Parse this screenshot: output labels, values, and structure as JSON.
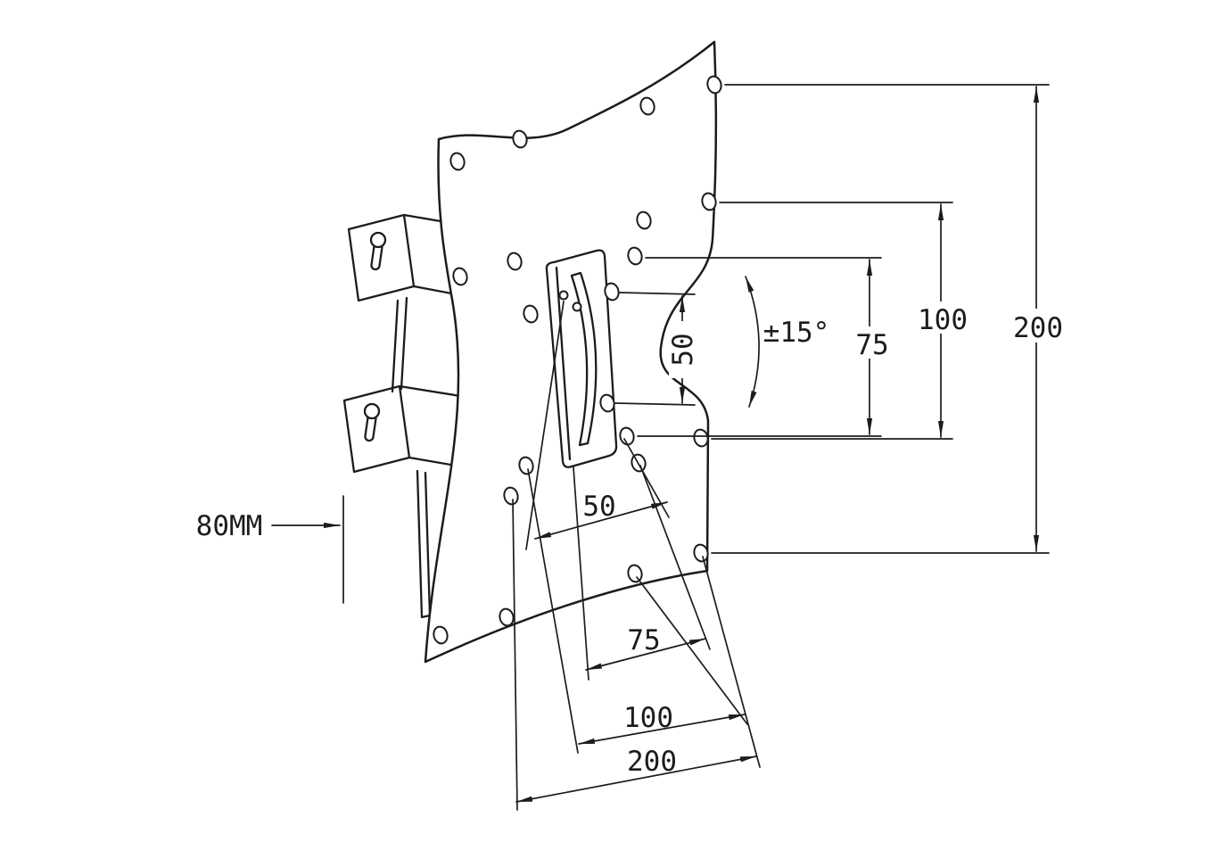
{
  "drawing": {
    "title": "Tilting TV wall-mount bracket — dimensioned technical drawing",
    "background": "#ffffff",
    "line_color": "#1c1c1c",
    "labels": {
      "overall_height": "200",
      "hole_pattern_height_100": "100",
      "hole_pattern_height_75": "75",
      "hole_pattern_height_50": "50",
      "tilt_angle": "±15°",
      "wall_distance": "80MM",
      "hole_pattern_width_50": "50",
      "hole_pattern_width_75": "75",
      "hole_pattern_width_100": "100",
      "overall_width": "200"
    }
  }
}
